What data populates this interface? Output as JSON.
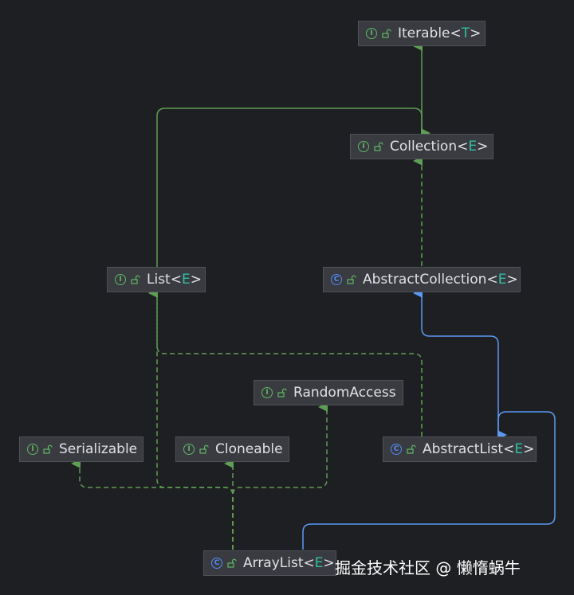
{
  "colors": {
    "background": "#1e1f22",
    "node_fill": "#393b40",
    "interface_edge": "#5e9e55",
    "class_edge": "#5a9af5",
    "type_param": "#2fbfa4"
  },
  "nodes": {
    "iterable": {
      "kind": "interface",
      "name": "Iterable",
      "lt": "<",
      "param": "T",
      "gt": ">"
    },
    "collection": {
      "kind": "interface",
      "name": "Collection",
      "lt": "<",
      "param": "E",
      "gt": ">"
    },
    "list": {
      "kind": "interface",
      "name": "List",
      "lt": "<",
      "param": "E",
      "gt": ">"
    },
    "abstract_collection": {
      "kind": "class",
      "name": "AbstractCollection",
      "lt": "<",
      "param": "E",
      "gt": ">"
    },
    "random_access": {
      "kind": "interface",
      "name": "RandomAccess"
    },
    "serializable": {
      "kind": "interface",
      "name": "Serializable"
    },
    "cloneable": {
      "kind": "interface",
      "name": "Cloneable"
    },
    "abstract_list": {
      "kind": "class",
      "name": "AbstractList",
      "lt": "<",
      "param": "E",
      "gt": ">"
    },
    "array_list": {
      "kind": "class",
      "name": "ArrayList",
      "lt": "<",
      "param": "E",
      "gt": ">"
    }
  },
  "icons": {
    "interface_letter": "I",
    "class_letter": "C"
  },
  "watermark": "掘金技术社区 @ 懒惰蜗牛"
}
